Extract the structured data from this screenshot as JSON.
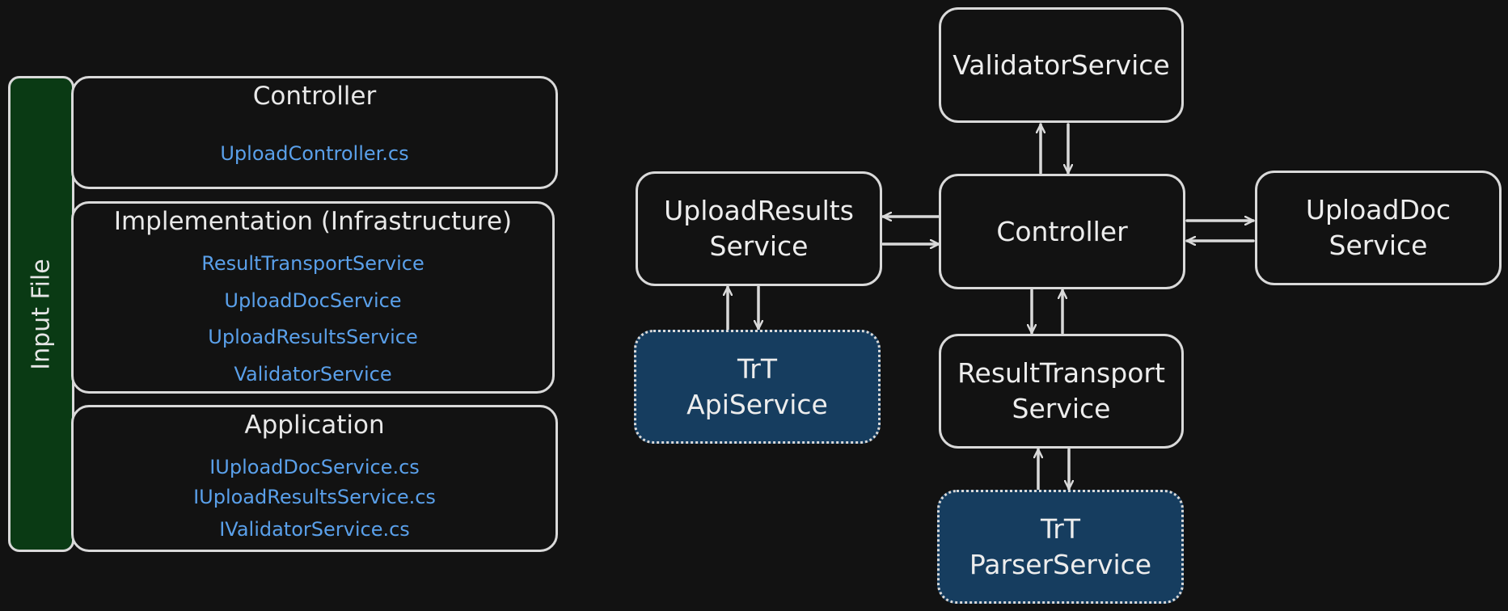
{
  "sidebar": {
    "label": "Input File"
  },
  "layers": {
    "controller": {
      "title": "Controller",
      "files": [
        "UploadController.cs"
      ]
    },
    "implementation": {
      "title": "Implementation (Infrastructure)",
      "files": [
        "ResultTransportService",
        "UploadDocService",
        "UploadResultsService",
        "ValidatorService"
      ]
    },
    "application": {
      "title": "Application",
      "files": [
        "IUploadDocService.cs",
        "IUploadResultsService.cs",
        "IValidatorService.cs"
      ]
    }
  },
  "nodes": {
    "validator": {
      "line1": "ValidatorService"
    },
    "controller": {
      "line1": "Controller"
    },
    "upload_results": {
      "line1": "UploadResults",
      "line2": "Service"
    },
    "upload_doc": {
      "line1": "UploadDoc",
      "line2": "Service"
    },
    "result_transport": {
      "line1": "ResultTransport",
      "line2": "Service"
    },
    "trt_api": {
      "line1": "TrT",
      "line2": "ApiService"
    },
    "trt_parser": {
      "line1": "TrT",
      "line2": "ParserService"
    }
  },
  "colors": {
    "background": "#121212",
    "sidebar": "#0a3a14",
    "external_node": "#163d5f",
    "file_text": "#5aa0ea",
    "stroke": "#d9d9d9"
  }
}
